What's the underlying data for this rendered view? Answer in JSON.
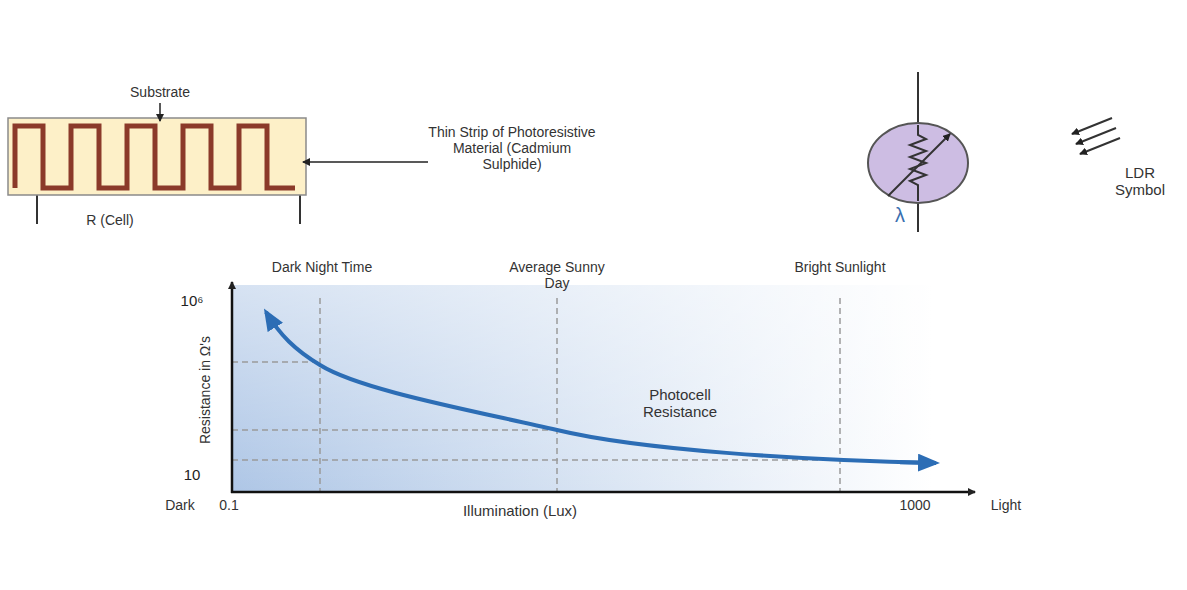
{
  "diagram": {
    "labels": [
      "Substrate",
      "Thin Strip of Photoresistive Material (Cadmium Sulphide)",
      "R (Cell)",
      "λ",
      "LDR Symbol",
      "Dark Night Time",
      "Average Sunny Day",
      "Bright Sunlight",
      "10⁶",
      "Resistance in Ω's",
      "Photocell Resistance",
      "10",
      "Dark",
      "0.1",
      "Illumination (Lux)",
      "1000",
      "Light"
    ]
  }
}
